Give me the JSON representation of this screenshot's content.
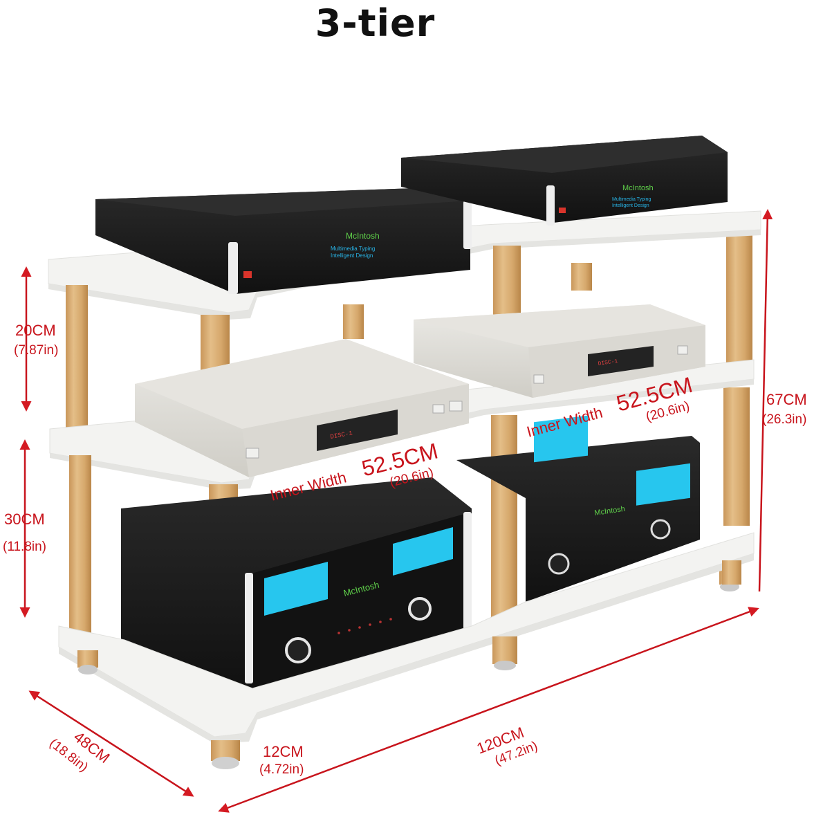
{
  "title": "3-tier",
  "colors": {
    "dimension_red": "#c8141c",
    "shelf_white": "#f4f4f2",
    "shelf_edge": "#e6e6e3",
    "post_wood": "#d9ad73",
    "post_wood_dark": "#b88a52",
    "device_black": "#1a1a1a",
    "meter_blue": "#27c6ee",
    "cd_player_silver": "#dedcd6",
    "logo_green": "#5fd04a"
  },
  "dimensions": {
    "tier_top_height": {
      "cm": "20CM",
      "in": "(7.87in)"
    },
    "tier_middle_height": {
      "cm": "30CM",
      "in": "(11.8in)"
    },
    "total_height": {
      "cm": "67CM",
      "in": "(26.3in)"
    },
    "depth": {
      "cm": "48CM",
      "in": "(18.8in)"
    },
    "leg_height": {
      "cm": "12CM",
      "in": "(4.72in)"
    },
    "total_width": {
      "cm": "120CM",
      "in": "(47.2in)"
    },
    "inner_width_left": {
      "label": "Inner Width",
      "cm": "52.5CM",
      "in": "(20.6in)"
    },
    "inner_width_right": {
      "label": "Inner Width",
      "cm": "52.5CM",
      "in": "(20.6in)"
    }
  },
  "devices": {
    "top_left": "black-amplifier",
    "top_right": "black-amplifier",
    "middle_left": "silver-cd-player",
    "middle_right": "silver-cd-player",
    "bottom_left": "black-power-amplifier-with-blue-meters",
    "bottom_right": "black-power-amplifier-with-blue-meters"
  }
}
